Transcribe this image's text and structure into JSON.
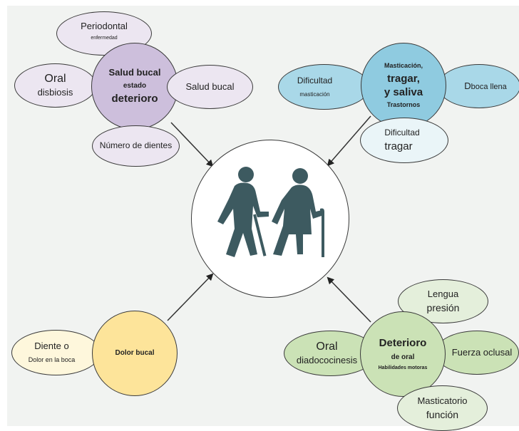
{
  "colors": {
    "purple_main": "#cdbfdc",
    "purple_light": "#ece6f1",
    "blue_main": "#8fcbe0",
    "blue_light": "#a9d8e8",
    "blue_pale": "#eaf5f8",
    "yellow_main": "#fde49a",
    "yellow_light": "#fef7dc",
    "green_main": "#cbe2b6",
    "green_light": "#e4efdb",
    "figure": "#3d5a60"
  },
  "center": {
    "icon": "elderly-couple-walking-icon"
  },
  "clusters": {
    "oral_health": {
      "main": {
        "l1": "Salud bucal",
        "l2": "estado",
        "l3": "deterioro"
      },
      "periodontal": {
        "l1": "Periodontal",
        "l2": "enfermedad"
      },
      "oral_dysbiosis": {
        "l1": "Oral",
        "l2": "disbiosis"
      },
      "oral_health_right": {
        "l1": "Salud bucal"
      },
      "teeth_count": {
        "l1": "Número de dientes"
      }
    },
    "swallowing": {
      "main": {
        "l1": "Masticación,",
        "l2": "tragar,",
        "l3": "y saliva",
        "l4": "Trastornos"
      },
      "chewing_difficulty": {
        "l1": "Dificultad",
        "l2": "masticación"
      },
      "dry_mouth": {
        "l1": "D",
        "l2": "boca llena"
      },
      "swallow_difficulty": {
        "l1": "Dificultad",
        "l2": "tragar"
      }
    },
    "pain": {
      "main": {
        "l1": "Dolor bucal"
      },
      "tooth_pain": {
        "l1": "Diente o",
        "l2": "Dolor en la boca"
      }
    },
    "motor": {
      "main": {
        "l1": "Deterioro",
        "l2": "de oral",
        "l3": "Habilidades motoras"
      },
      "tongue_pressure": {
        "l1": "Lengua",
        "l2": "presión"
      },
      "diadochokinesis": {
        "l1": "Oral",
        "l2": "diadococinesis"
      },
      "occlusal_force": {
        "l1": "Fuerza oclusal"
      },
      "masticatory_function": {
        "l1": "Masticatorio",
        "l2": "función"
      }
    }
  }
}
